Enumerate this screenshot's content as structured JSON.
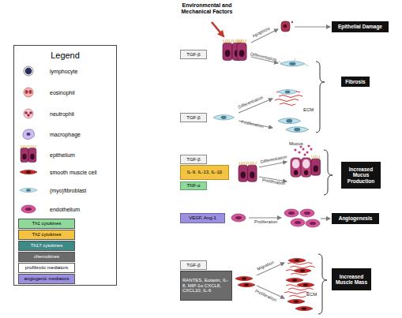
{
  "diagram": {
    "nodes": [
      {
        "text": [
          "Legend"
        ]
      },
      {
        "text": [
          "TGF-β"
        ]
      },
      {
        "text": [
          "Epithelial Damage"
        ]
      },
      {
        "text": [
          "Fibrosis"
        ]
      },
      {
        "text": [
          "TGF-β"
        ]
      },
      {
        "text": [
          "TGF-β"
        ]
      },
      {
        "text": [
          "Increased Mucus Production"
        ]
      },
      {
        "text": [
          "IL-9, IL-13, IL-1β"
        ]
      },
      {
        "text": [
          "TNF-α"
        ]
      },
      {
        "text": [
          "VEGF, Ang-1"
        ]
      },
      {
        "text": [
          "Angiogenesis"
        ]
      },
      {
        "text": [
          "TGF-β"
        ]
      },
      {
        "text": [
          "RANTES, Eotaxin, IL-8, MIP-1α CXCL8, CXCL10, IL-6"
        ]
      },
      {
        "text": [
          "Increased Muscle Mass"
        ]
      }
    ],
    "labels": [
      "Environmental and Mechanical Factors",
      "Apoptosis",
      "Differentiation",
      "Differentiation",
      "ECM",
      "Proliferation",
      "Mucus",
      "Differentiation",
      "Proliferation",
      "Proliferation",
      "Migration",
      "Proliferation",
      "ECM"
    ],
    "legend": [
      {
        "text": "lymphocyte"
      },
      {
        "text": "eosinophil"
      },
      {
        "text": "neutrophil"
      },
      {
        "text": "macrophage"
      },
      {
        "text": "epithelium"
      },
      {
        "text": "smooth muscle cell"
      },
      {
        "text": "(myo)fibroblast"
      },
      {
        "text": "endothelium"
      },
      {
        "text": "Th1 cytokines",
        "color": "#8fd99b"
      },
      {
        "text": "Th2 cytokines",
        "color": "#f5c342"
      },
      {
        "text": "Th17 cytokines",
        "color": "#3e8a87"
      },
      {
        "text": "chemokines",
        "color": "#6b6b6b"
      },
      {
        "text": "profibrotic mediators",
        "color": "#ffffff"
      },
      {
        "text": "angiogenic mediators",
        "color": "#9b8fe0"
      }
    ]
  }
}
